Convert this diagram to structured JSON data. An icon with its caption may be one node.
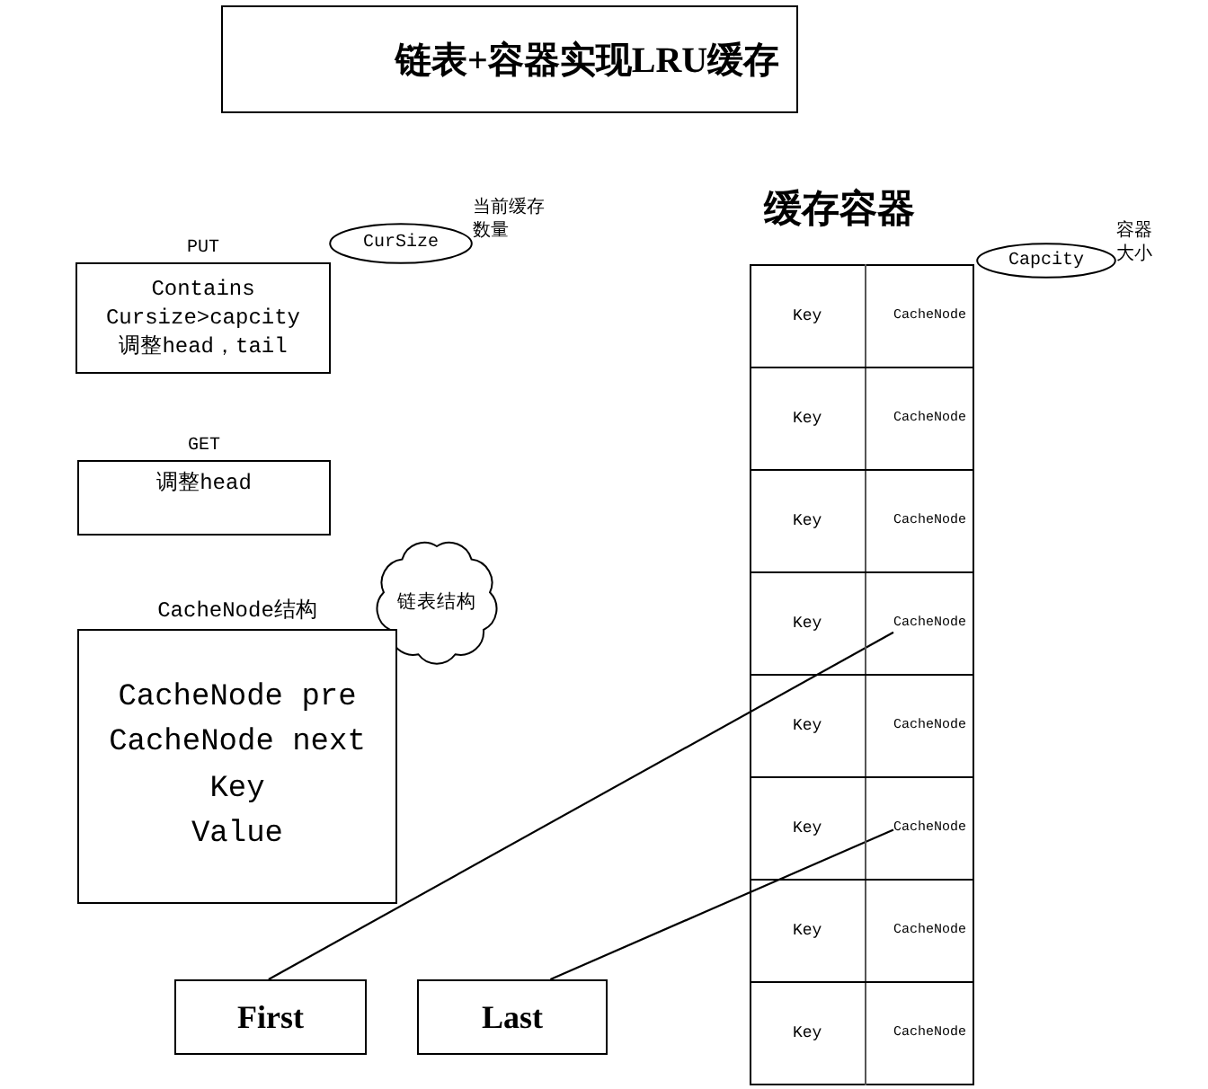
{
  "diagram": {
    "title": "链表+容器实现LRU缓存",
    "nodes": [
      {
        "text": [
          "CurSize"
        ],
        "beside": [
          "当前缓存数量"
        ]
      },
      {
        "text": [
          "PUT",
          "Contains",
          "Cursize>capcity",
          "调整head，tail"
        ]
      },
      {
        "text": [
          "GET",
          "调整head"
        ]
      },
      {
        "text": [
          "链表结构"
        ]
      },
      {
        "text": [
          "CacheNode结构",
          "CacheNode pre",
          "CacheNode next",
          "Key",
          "Value"
        ]
      },
      {
        "text": [
          "First"
        ]
      },
      {
        "text": [
          "Last"
        ]
      },
      {
        "text": [
          "缓存容器"
        ]
      },
      {
        "text": [
          "CacheNode"
        ],
        "in": 7
      },
      {
        "text": [
          "CacheNode"
        ],
        "in": 7
      },
      {
        "text": [
          "CacheNode"
        ],
        "in": 7
      },
      {
        "text": [
          "CacheNode"
        ],
        "in": 7
      },
      {
        "text": [
          "CacheNode"
        ],
        "in": 7
      },
      {
        "text": [
          "CacheNode"
        ],
        "in": 7
      },
      {
        "text": [
          "CacheNode"
        ],
        "in": 7
      },
      {
        "text": [
          "CacheNode"
        ],
        "in": 7
      },
      {
        "text": [
          "Capcity"
        ],
        "beside": [
          "容器大小"
        ]
      }
    ],
    "edges": [
      {
        "from": 5,
        "to": 11,
        "arrow": "none"
      },
      {
        "from": 6,
        "to": 13,
        "arrow": "none"
      }
    ],
    "labels": [
      "Key",
      "Key",
      "Key",
      "Key",
      "Key",
      "Key",
      "Key",
      "Key"
    ]
  }
}
